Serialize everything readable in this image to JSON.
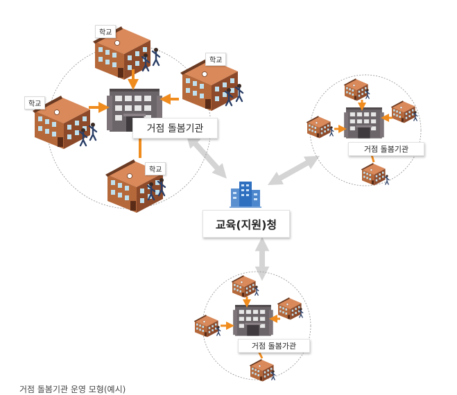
{
  "diagram": {
    "center_label": "교육(지원)청",
    "cluster_labels": [
      "거점 돌봄기관",
      "거점 돌봄기관",
      "거점 돌봄가관"
    ],
    "school_label": "학교",
    "caption": "거점 돌봄기관 운영 모형(예시)"
  },
  "colors": {
    "arrow_orange": "#f08c1e",
    "link_gray": "#d4d4d4",
    "circle": "#9a9a9a",
    "school_brick": "#b5683a",
    "school_roof": "#6a3a22",
    "care_center": "#6b6468"
  }
}
